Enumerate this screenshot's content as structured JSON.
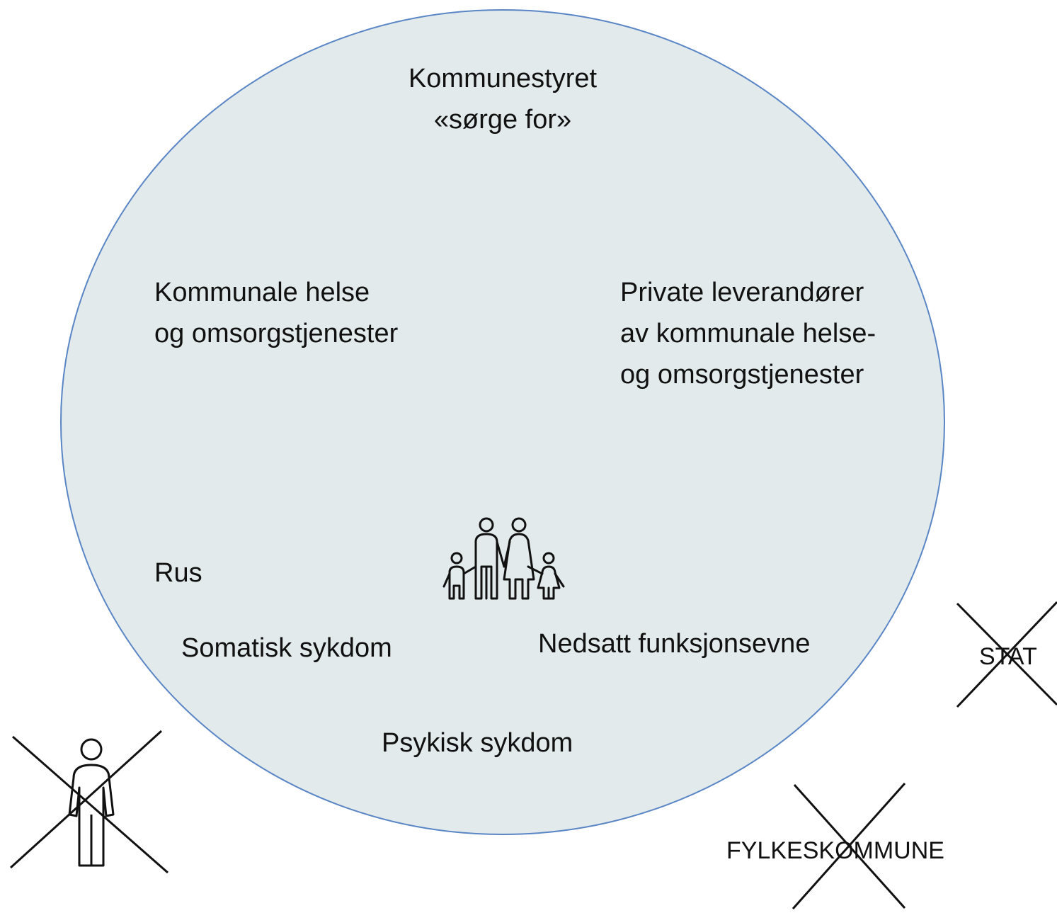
{
  "circle": {
    "fill": "#e2eaec",
    "stroke": "#5b86c5"
  },
  "labels": {
    "top_line1": "Kommunestyret",
    "top_line2": "«sørge for»",
    "left_line1": "Kommunale helse",
    "left_line2": "og omsorgstjenester",
    "right_line1": "Private leverandører",
    "right_line2": "av kommunale helse-",
    "right_line3": "og omsorgstjenester",
    "rus": "Rus",
    "somatisk": "Somatisk sykdom",
    "nedsatt": "Nedsatt funksjonsevne",
    "psykisk": "Psykisk sykdom",
    "stat": "STAT",
    "fylkeskommune": "FYLKESKOMMUNE"
  },
  "icons": {
    "center": "family-icon",
    "bottom_left": "person-icon"
  },
  "cross_color": "#111111"
}
